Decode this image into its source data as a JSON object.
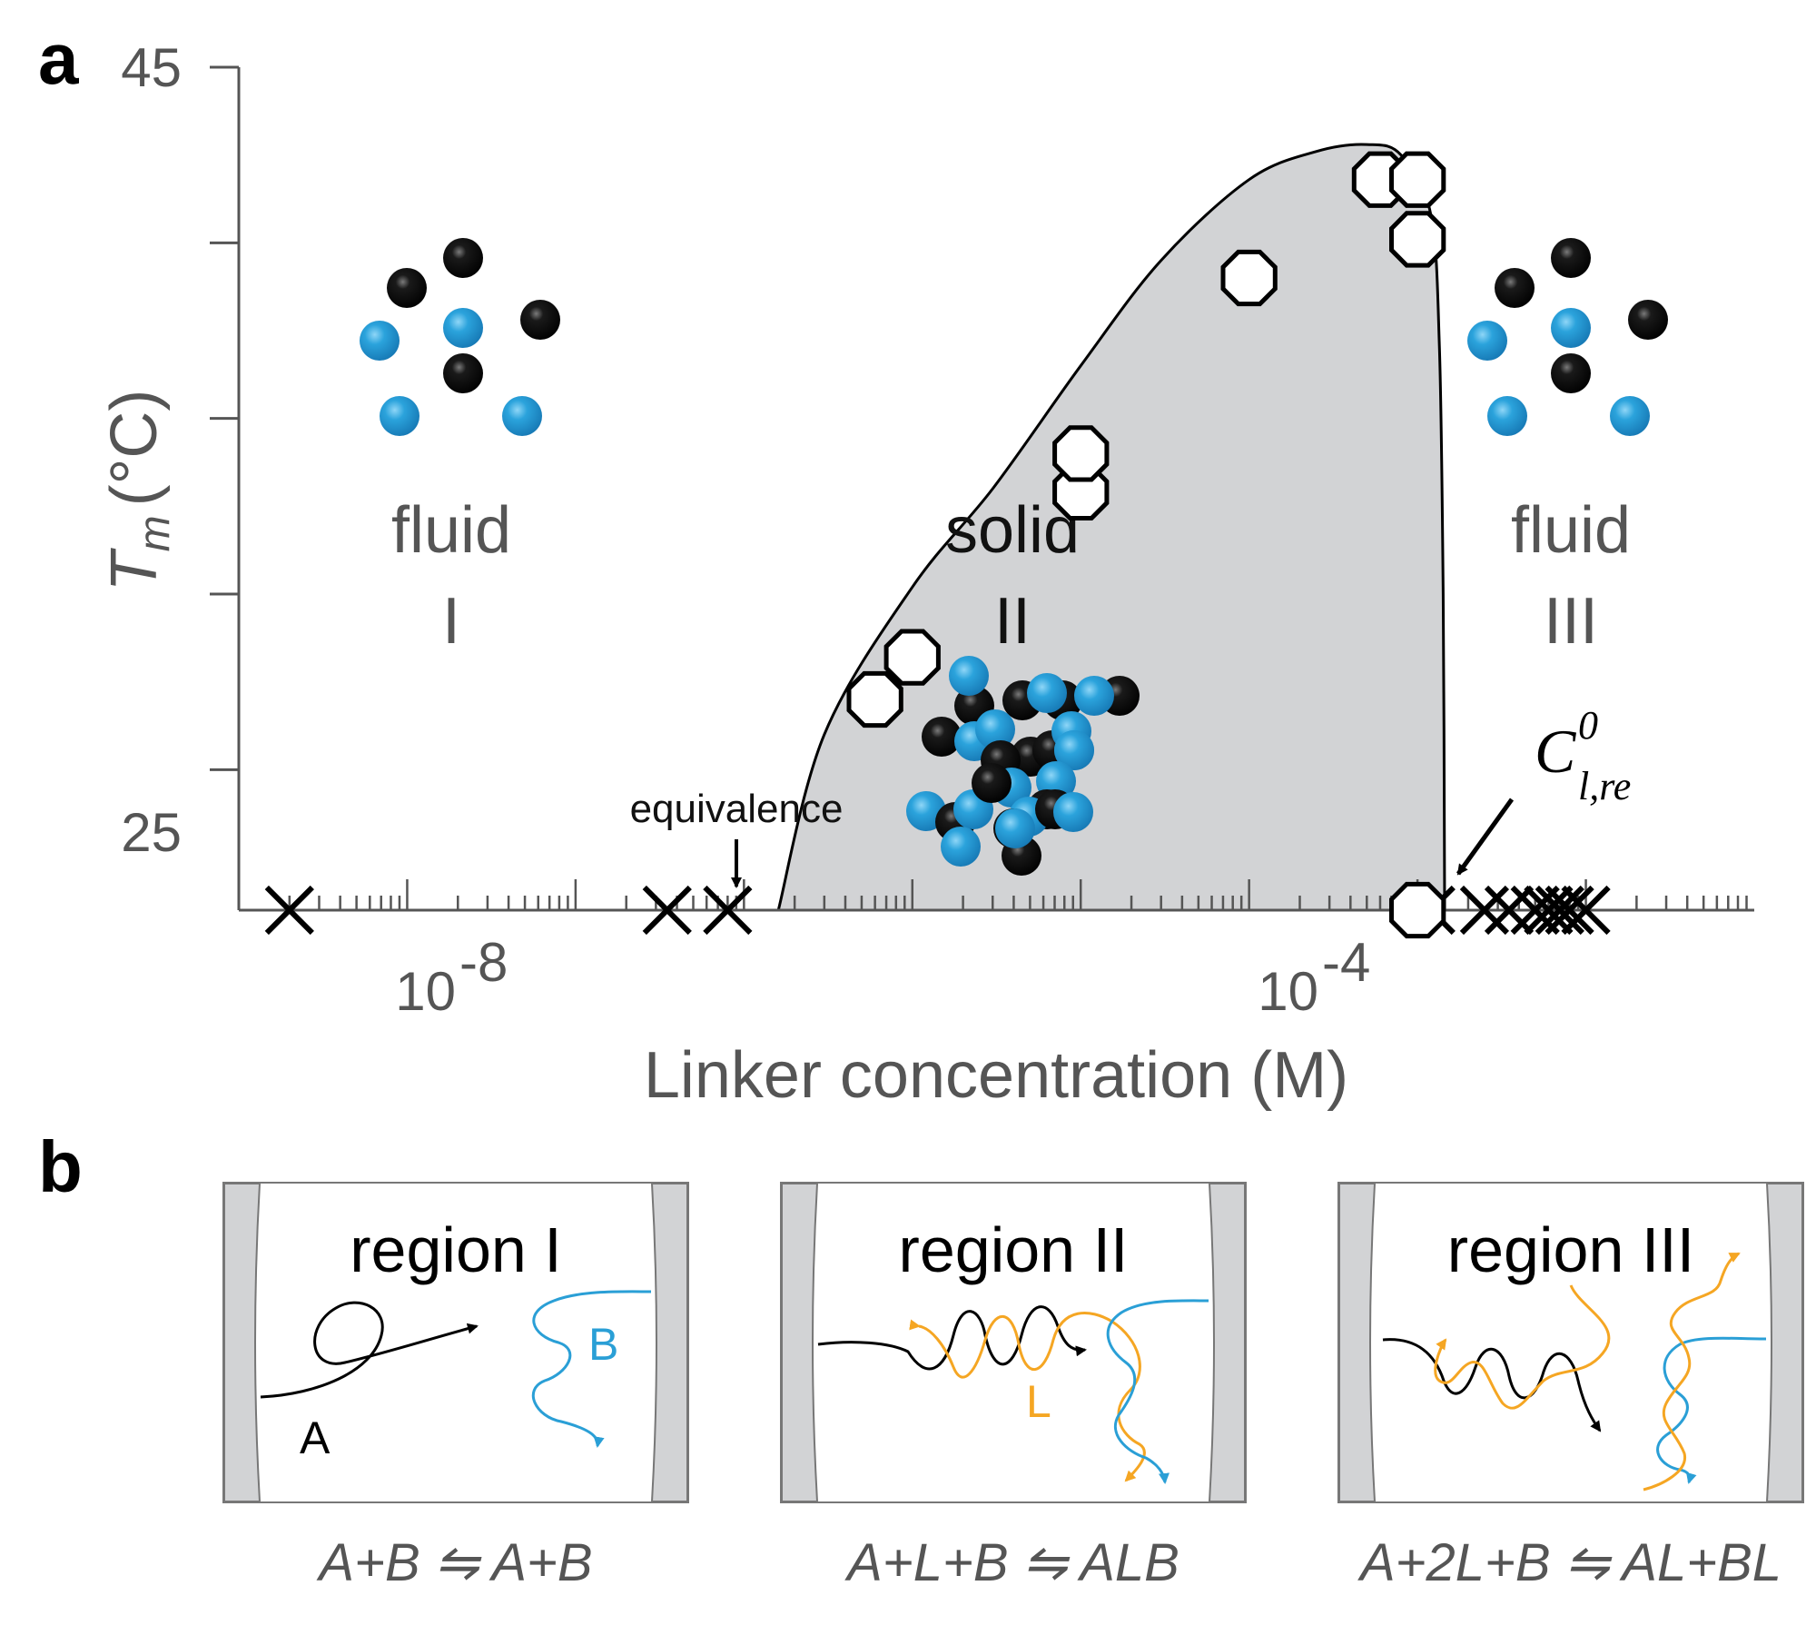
{
  "panel_a": {
    "letter": "a",
    "ylabel_main": "T",
    "ylabel_sub": "m",
    "ylabel_unit": "(°C)",
    "xlabel": "Linker concentration (M)",
    "ytick_top": "45",
    "ytick_bottom": "25",
    "xtick1_base": "10",
    "xtick1_exp": "-8",
    "xtick2_base": "10",
    "xtick2_exp": "-4",
    "regions": [
      {
        "name": "fluid",
        "numeral": "I",
        "color": "#555555"
      },
      {
        "name": "solid",
        "numeral": "II",
        "color": "#111111"
      },
      {
        "name": "fluid",
        "numeral": "III",
        "color": "#555555"
      }
    ],
    "equivalence_label": "equivalence",
    "annotation_main": "C",
    "annotation_sup": "0",
    "annotation_sub": "l,re"
  },
  "panel_b": {
    "letter": "b",
    "boxes": [
      {
        "title": "region I",
        "equation": "A+B ⇋ A+B",
        "strands": [
          "A",
          "B"
        ]
      },
      {
        "title": "region II",
        "equation": "A+L+B ⇋ ALB",
        "strands": [
          "L"
        ]
      },
      {
        "title": "region III",
        "equation": "A+2L+B ⇋ AL+BL",
        "strands": []
      }
    ]
  },
  "colors": {
    "particle_blue": "#2a9fd6",
    "particle_black": "#000000",
    "linker_orange": "#f5a623",
    "region_fill": "#d2d3d5",
    "axis_gray": "#555555"
  },
  "chart_data": {
    "type": "scatter",
    "xlabel": "Linker concentration (M)",
    "ylabel": "Tm (°C)",
    "x_scale": "log",
    "xlim": [
      1e-11,
      0.01
    ],
    "ylim": [
      21,
      45
    ],
    "x_ticks": [
      1e-08,
      0.0001
    ],
    "y_ticks": [
      25,
      45
    ],
    "boundary_curve": {
      "x": [
        1.6e-08,
        3e-08,
        1e-07,
        3e-07,
        1e-06,
        3e-06,
        1e-05,
        2.5e-05,
        5e-05,
        8e-05,
        0.00012,
        0.000135,
        0.000142,
        0.000145
      ],
      "y": [
        21,
        26,
        30.2,
        33,
        36.5,
        39.5,
        41.8,
        42.6,
        42.8,
        42.5,
        40.8,
        37.0,
        30.0,
        21.0
      ]
    },
    "series": [
      {
        "name": "solid",
        "marker": "open-octagon",
        "x": [
          6e-08,
          1e-07,
          1e-06,
          1e-06,
          1e-05,
          6e-05,
          0.0001,
          0.0001,
          0.0001
        ],
        "y": [
          27.0,
          28.2,
          32.9,
          34.0,
          39.0,
          41.8,
          41.8,
          40.1,
          21.0
        ]
      },
      {
        "name": "fluid",
        "marker": "x",
        "x": [
          2e-11,
          3.5e-09,
          8e-09,
          0.00012,
          0.00025,
          0.00035,
          0.0005,
          0.0006,
          0.0007,
          0.0008,
          0.001
        ],
        "y": [
          21,
          21,
          21,
          21,
          21,
          21,
          21,
          21,
          21,
          21,
          21
        ]
      }
    ],
    "annotations": [
      "equivalence",
      "C⁰ l,re"
    ]
  }
}
